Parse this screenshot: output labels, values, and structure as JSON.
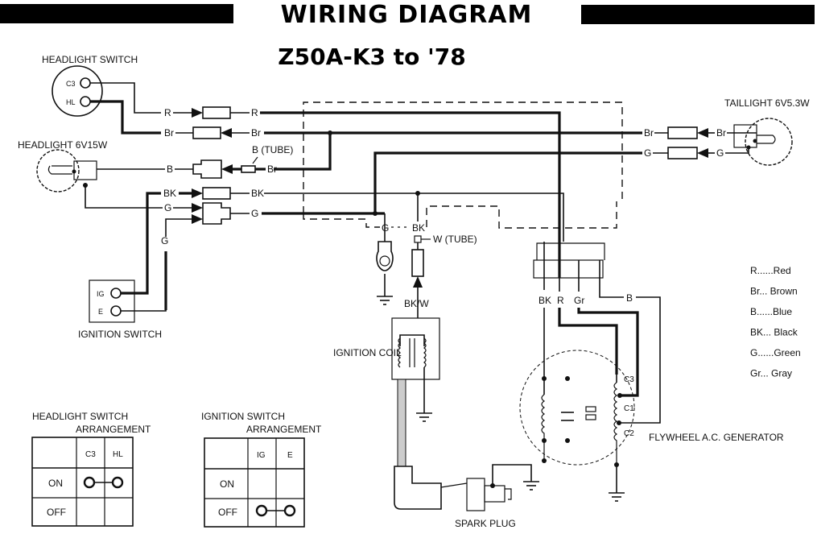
{
  "header": {
    "title": "WIRING DIAGRAM",
    "model": "Z50A-K3 to '78"
  },
  "components": {
    "headlight_switch": {
      "label": "HEADLIGHT SWITCH",
      "terminals": [
        "C3",
        "HL"
      ]
    },
    "headlight": {
      "label": "HEADLIGHT 6V15W"
    },
    "taillight": {
      "label": "TAILLIGHT 6V5.3W"
    },
    "ignition_switch": {
      "label": "IGNITION SWITCH",
      "terminals": [
        "IG",
        "E"
      ]
    },
    "ignition_coil": {
      "label": "IGNITION COIL"
    },
    "spark_plug": {
      "label": "SPARK PLUG"
    },
    "generator": {
      "label": "FLYWHEEL A.C. GENERATOR",
      "terminals": [
        "C3",
        "C1",
        "C2"
      ]
    }
  },
  "wires": {
    "r": "R",
    "br": "Br",
    "b": "B",
    "bk": "BK",
    "g": "G",
    "gr": "Gr",
    "b_tube": "B (TUBE)",
    "w_tube": "W (TUBE)",
    "bk_w": "BK/W"
  },
  "legend": [
    {
      "code": "R",
      "sep": "......",
      "color": "Red"
    },
    {
      "code": "Br",
      "sep": "... ",
      "color": "Brown"
    },
    {
      "code": "B",
      "sep": "......",
      "color": "Blue"
    },
    {
      "code": "BK",
      "sep": "... ",
      "color": "Black"
    },
    {
      "code": "G",
      "sep": "......",
      "color": "Green"
    },
    {
      "code": "Gr",
      "sep": "... ",
      "color": "Gray"
    }
  ],
  "tables": {
    "headlight_switch": {
      "title_line1": "HEADLIGHT SWITCH",
      "title_line2": "ARRANGEMENT",
      "columns": [
        "C3",
        "HL"
      ],
      "rows": [
        {
          "label": "ON",
          "connected": true
        },
        {
          "label": "OFF",
          "connected": false
        }
      ]
    },
    "ignition_switch": {
      "title_line1": "IGNITION SWITCH",
      "title_line2": "ARRANGEMENT",
      "columns": [
        "IG",
        "E"
      ],
      "rows": [
        {
          "label": "ON",
          "connected": false
        },
        {
          "label": "OFF",
          "connected": true
        }
      ]
    }
  }
}
